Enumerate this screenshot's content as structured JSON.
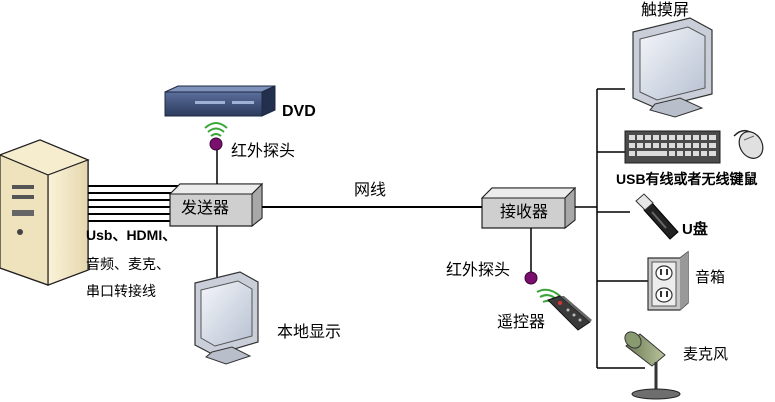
{
  "left_cable_label": {
    "line1": "Usb、HDMI、",
    "line2": "音频、麦克、",
    "line3": "串口转接线"
  },
  "transmitter": {
    "label": "发送器"
  },
  "receiver": {
    "label": "接收器"
  },
  "network": {
    "label": "网线"
  },
  "dvd": {
    "label": "DVD"
  },
  "ir_probe_tx": {
    "label": "红外探头"
  },
  "ir_probe_rx": {
    "label": "红外探头"
  },
  "local_display": {
    "label": "本地显示"
  },
  "remote": {
    "label": "遥控器"
  },
  "devices": {
    "touchscreen": "触摸屏",
    "keyboard_mouse": "USB有线或者无线键鼠",
    "udisk": "U盘",
    "speaker": "音箱",
    "microphone": "麦克风"
  },
  "colors": {
    "box_fill": "#d9d9d9",
    "line": "#000000",
    "ir_dot": "#7a0f6e",
    "ir_wave": "#3aa63a",
    "dvd_body": "#3c4f78"
  }
}
